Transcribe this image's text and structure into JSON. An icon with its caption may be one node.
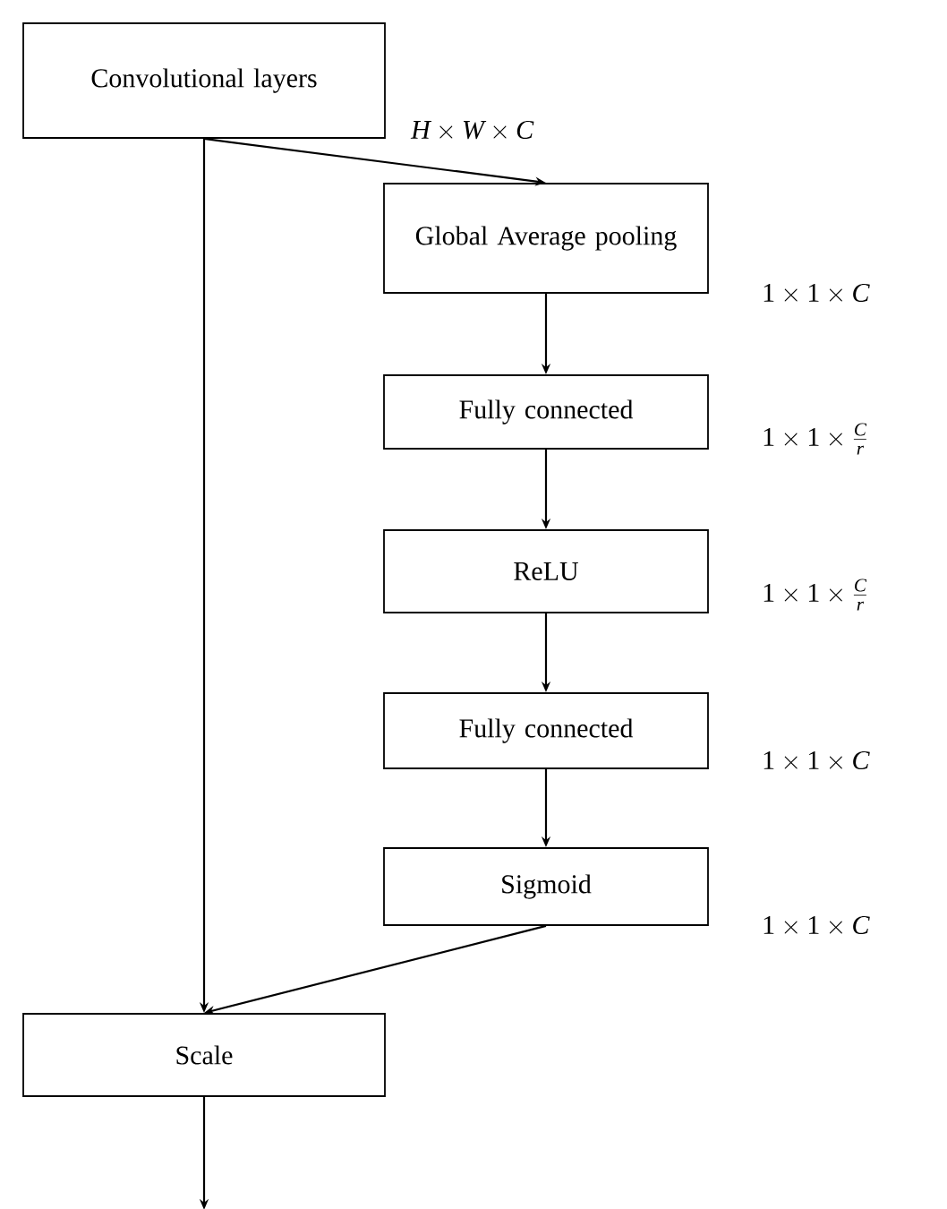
{
  "diagram": {
    "nodes": [
      {
        "text": [
          "Convolutional layers"
        ]
      },
      {
        "text": [
          "Global Average pooling"
        ],
        "beside": [
          "1 \\times 1 \\times C"
        ]
      },
      {
        "text": [
          "Fully connected"
        ],
        "beside": [
          "1 \\times 1 \\times \\frac{C}{r}"
        ]
      },
      {
        "text": [
          "ReLU"
        ],
        "beside": [
          "1 \\times 1 \\times \\frac{C}{r}"
        ]
      },
      {
        "text": [
          "Fully connected"
        ],
        "beside": [
          "1 \\times 1 \\times C"
        ]
      },
      {
        "text": [
          "Sigmoid"
        ],
        "beside": [
          "1 \\times 1 \\times C"
        ]
      },
      {
        "text": [
          "Scale"
        ]
      }
    ],
    "edges": [
      {
        "from": 0,
        "to": 1,
        "arrow": "to",
        "label": "H \\times W \\times C"
      },
      {
        "from": 1,
        "to": 2,
        "arrow": "to"
      },
      {
        "from": 2,
        "to": 3,
        "arrow": "to"
      },
      {
        "from": 3,
        "to": 4,
        "arrow": "to"
      },
      {
        "from": 4,
        "to": 5,
        "arrow": "to"
      },
      {
        "from": 0,
        "to": 6,
        "arrow": "to"
      },
      {
        "from": 5,
        "to": 6,
        "arrow": "to"
      },
      {
        "from": 6,
        "to": null,
        "arrow": "to"
      }
    ]
  }
}
